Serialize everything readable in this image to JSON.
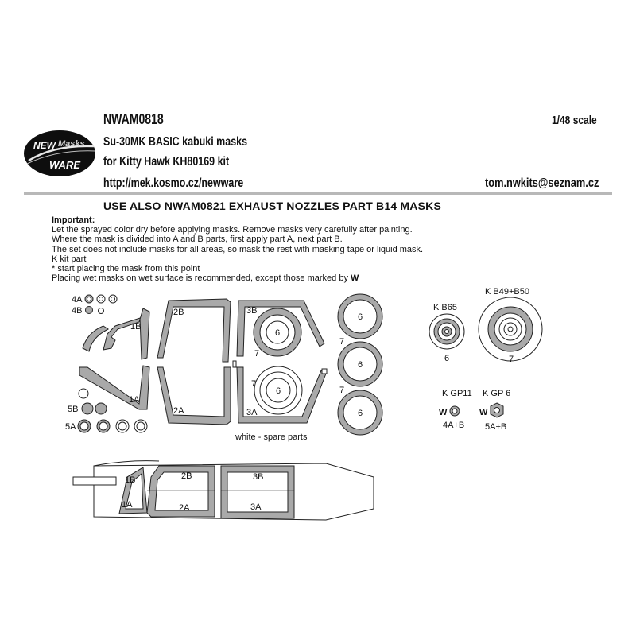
{
  "logo": {
    "line1": "NEW",
    "line2": "Masks",
    "line3": "WARE"
  },
  "header": {
    "code": "NWAM0818",
    "scale": "1/48 scale",
    "title_line1": "Su-30MK BASIC kabuki masks",
    "title_line2": "for Kitty Hawk KH80169 kit",
    "url": "http://mek.kosmo.cz/newware",
    "email": "tom.nwkits@seznam.cz"
  },
  "notice": "USE ALSO NWAM0821 EXHAUST NOZZLES PART B14 MASKS",
  "instructions": {
    "heading": "Important:",
    "lines": [
      "Let the sprayed color dry before applying masks. Remove masks very carefully after painting.",
      "Where the mask is divided into A and B parts, first apply part A, next part B.",
      "The set does not include masks for all areas, so mask the rest with masking tape or liquid mask.",
      "K kit part",
      "*  start placing the mask from this point",
      "Placing wet masks on wet surface is recommended, except those marked by"
    ],
    "wet_symbol": "W"
  },
  "labels": {
    "m4a": "4A",
    "m4b": "4B",
    "m5b": "5B",
    "m5a": "5A",
    "m1b": "1B",
    "m1a": "1A",
    "m2b": "2B",
    "m2a": "2A",
    "m3b": "3B",
    "m3a": "3A",
    "six": "6",
    "seven": "7",
    "spare": "white - spare parts",
    "kb65": "K B65",
    "kb49": "K B49+B50",
    "kgp11": "K GP11",
    "kgp6": "K GP 6",
    "sub11": "4A+B",
    "sub6": "5A+B",
    "w": "W"
  },
  "colors": {
    "mask_gray": "#a9a9a9",
    "outline": "#222222",
    "rule": "#b8b8b8"
  }
}
